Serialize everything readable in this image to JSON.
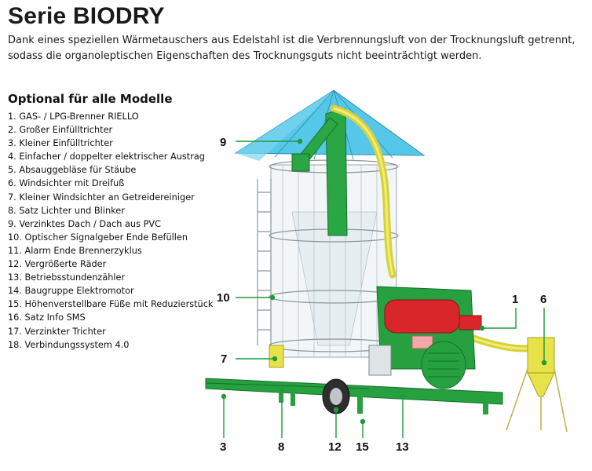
{
  "title": "Serie BIODRY",
  "intro": "Dank eines speziellen Wärmetauschers aus Edelstahl ist die Verbrennungsluft von der Trocknungsluft getrennt, sodass die organoleptischen Eigenschaften des Trocknungsguts nicht beeinträchtigt werden.",
  "options_heading": "Optional für alle Modelle",
  "options": [
    "1. GAS- / LPG-Brenner RIELLO",
    "2. Großer Einfülltrichter",
    "3. Kleiner Einfülltrichter",
    "4. Einfacher / doppelter elektrischer Austrag",
    "5. Absauggebläse für Stäube",
    "6. Windsichter mit Dreifuß",
    "7. Kleiner Windsichter an Getreidereiniger",
    "8. Satz Lichter und Blinker",
    "9. Verzinktes Dach / Dach aus PVC",
    "10. Optischer Signalgeber Ende Befüllen",
    "11. Alarm Ende Brennerzyklus",
    "12. Vergrößerte Räder",
    "13. Betriebsstundenzähler",
    "14. Baugruppe Elektromotor",
    "15. Höhenverstellbare Füße mit Reduzierstück",
    "16. Satz Info SMS",
    "17. Verzinkter Trichter",
    "18. Verbindungssystem 4.0"
  ],
  "callouts": {
    "c9": "9",
    "c10": "10",
    "c7": "7",
    "c1": "1",
    "c6": "6",
    "c3": "3",
    "c8": "8",
    "c12": "12",
    "c15": "15",
    "c13": "13"
  },
  "colors": {
    "roof": "#56c7e8",
    "frame_green": "#1f9a3a",
    "pipe_yellow": "#e8e24a",
    "burner_red": "#d9262b"
  }
}
